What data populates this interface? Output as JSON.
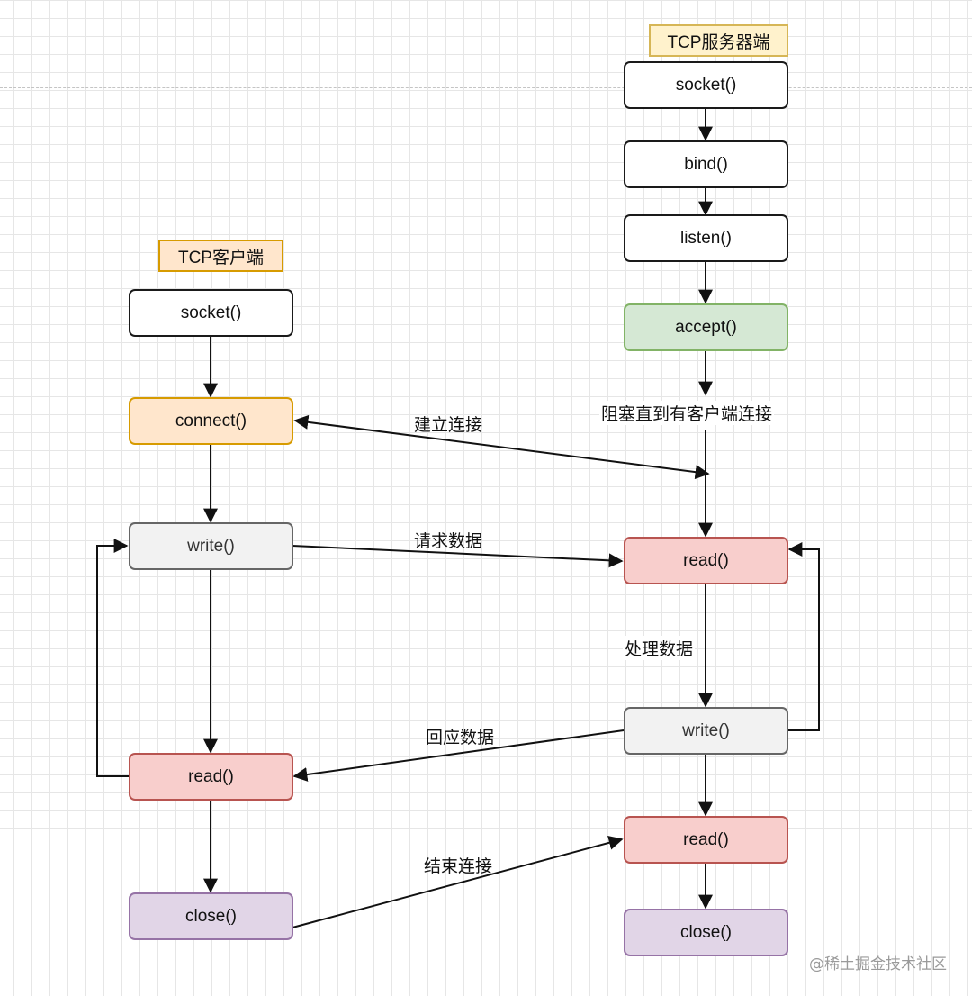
{
  "server": {
    "title": "TCP服务器端",
    "socket": "socket()",
    "bind": "bind()",
    "listen": "listen()",
    "accept": "accept()",
    "read": "read()",
    "write": "write()",
    "read2": "read()",
    "close": "close()"
  },
  "client": {
    "title": "TCP客户端",
    "socket": "socket()",
    "connect": "connect()",
    "write": "write()",
    "read": "read()",
    "close": "close()"
  },
  "labels": {
    "block": "阻塞直到有客户端连接",
    "connect": "建立连接",
    "request": "请求数据",
    "process": "处理数据",
    "response": "回应数据",
    "end": "结束连接"
  },
  "watermark": "@稀土掘金技术社区",
  "colors": {
    "accept_fill": "#d5e8d4",
    "connect_fill": "#ffe6cc",
    "write_fill": "#f2f2f2",
    "read_fill": "#f8cecc",
    "close_fill": "#e1d5e7",
    "server_title_fill": "#fff2cc",
    "client_title_fill": "#ffe6cc"
  }
}
